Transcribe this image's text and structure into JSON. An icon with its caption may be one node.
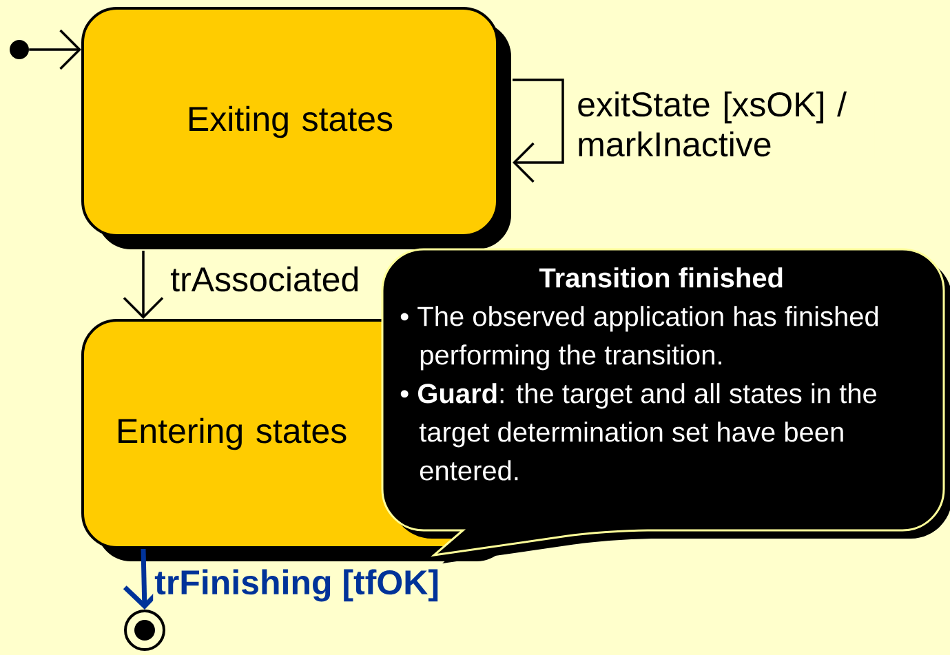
{
  "diagram": {
    "nodes": [
      {
        "text": [],
        "shape": "dot"
      },
      {
        "text": [
          "Exiting states"
        ]
      },
      {
        "text": [
          "Entering states"
        ]
      },
      {
        "text": [],
        "shape": "bullseye"
      },
      {
        "text": [
          "Transition finished",
          "• The observed application has finished performing the transition.",
          "• **Guard**: the target and all states in the target determination set have been entered."
        ]
      }
    ],
    "edges": [
      {
        "from": 0,
        "to": 1,
        "arrow": "to"
      },
      {
        "from": 1,
        "to": 1,
        "arrow": "to",
        "label": "exitState [xsOK] / markInactive"
      },
      {
        "from": 1,
        "to": 2,
        "arrow": "to",
        "label": "trAssociated"
      },
      {
        "from": 2,
        "to": 3,
        "arrow": "to",
        "label": "trFinishing [tfOK]",
        "style": "thick",
        "color": "#003399"
      }
    ]
  }
}
